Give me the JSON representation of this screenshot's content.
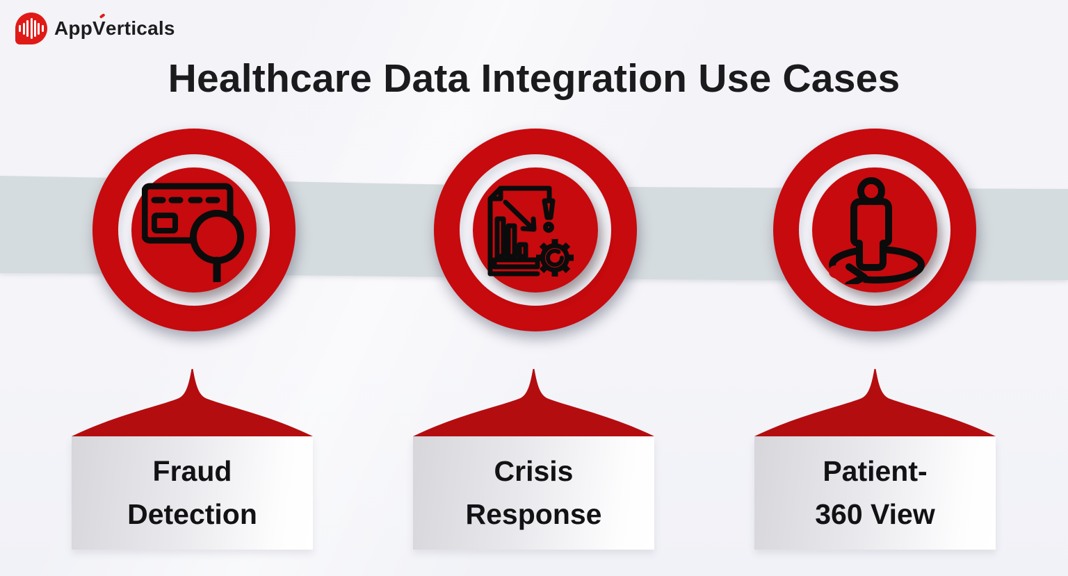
{
  "brand": {
    "name": "AppVerticals",
    "name_app": "App",
    "name_v": "V",
    "name_rest": "erticals",
    "logo_color": "#e01a17"
  },
  "title": "Healthcare Data Integration Use Cases",
  "colors": {
    "circle_red": "#c60a0e",
    "roof_red": "#b40d0f",
    "band_grey": "#d5dcdf",
    "background": "#f4f4f9",
    "text_dark": "#1b1b1d"
  },
  "cards": [
    {
      "id": "fraud-detection",
      "icon": "credit-card-magnifier-icon",
      "label": "Fraud Detection",
      "line1": "Fraud",
      "line2": "Detection"
    },
    {
      "id": "crisis-response",
      "icon": "report-alert-gear-icon",
      "label": "Crisis Response",
      "line1": "Crisis",
      "line2": "Response"
    },
    {
      "id": "patient-360-view",
      "icon": "person-360-rotation-icon",
      "label": "Patient-360 View",
      "line1": "Patient-",
      "line2": "360 View"
    }
  ]
}
